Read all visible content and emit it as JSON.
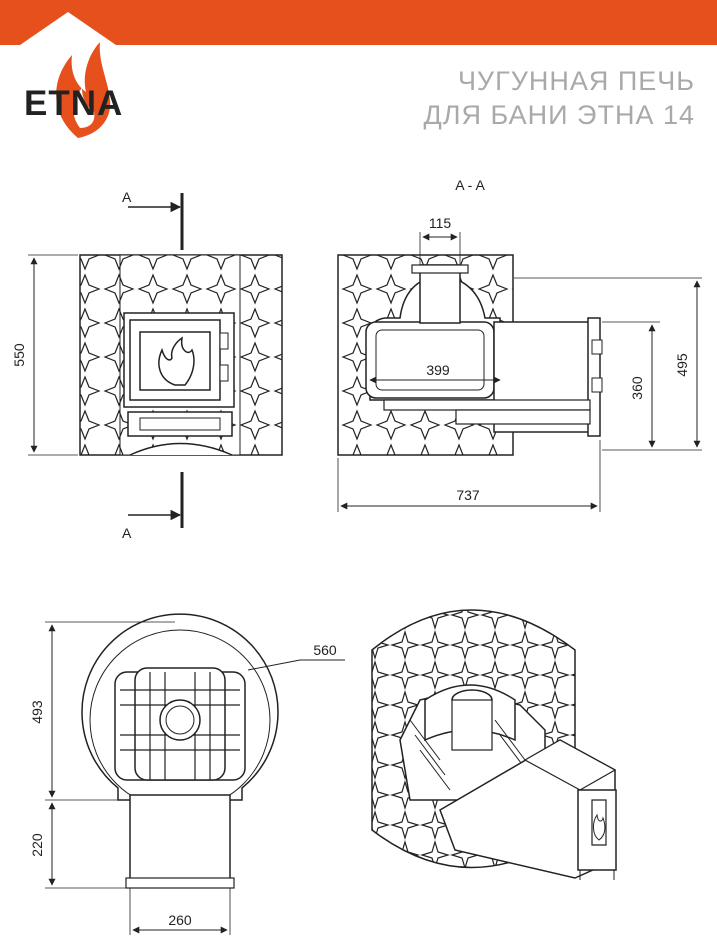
{
  "header": {
    "brand_color": "#e5501c",
    "logo": "ETNA",
    "title_line1": "ЧУГУННАЯ ПЕЧЬ",
    "title_line2": "ДЛЯ БАНИ ЭТНА 14"
  },
  "front_view": {
    "section_mark": "A",
    "dim_height": "550"
  },
  "section_view": {
    "title": "A - A",
    "dim_chimney": "115",
    "dim_firebox": "399",
    "dim_total_length": "737",
    "dim_height_inner": "360",
    "dim_height_outer": "495"
  },
  "top_view": {
    "dim_diameter": "560",
    "dim_depth": "493",
    "dim_tunnel_length": "220",
    "dim_tunnel_width": "260"
  },
  "iso_view": {}
}
